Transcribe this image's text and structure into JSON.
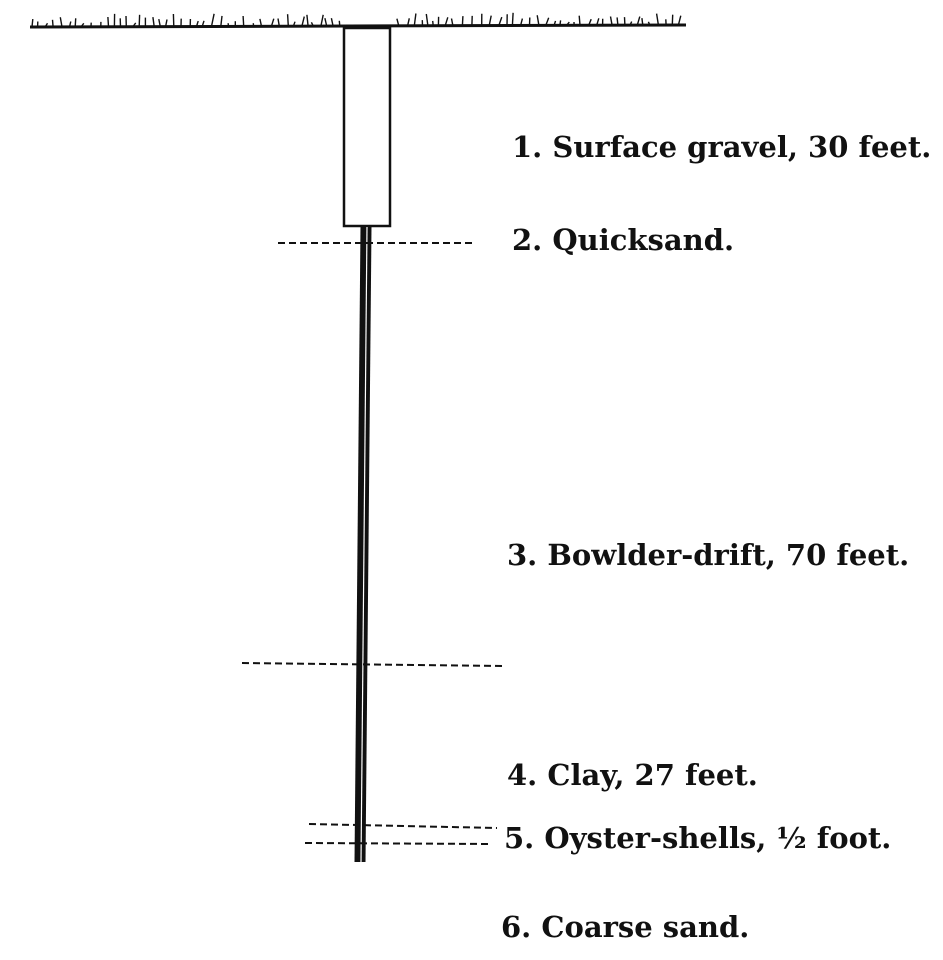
{
  "strata": [
    {
      "number": "1.",
      "text": "Surface gravel, 30 feet."
    },
    {
      "number": "2.",
      "text": "Quicksand."
    },
    {
      "number": "3.",
      "text": "Bowlder-drift, 70 feet."
    },
    {
      "number": "4.",
      "text": "Clay, 27 feet."
    },
    {
      "number": "5.",
      "text": "Oyster-shells, ½ foot."
    },
    {
      "number": "6.",
      "text": "Coarse sand."
    }
  ],
  "colors": {
    "ink": "#111111",
    "paper": "#ffffff"
  }
}
